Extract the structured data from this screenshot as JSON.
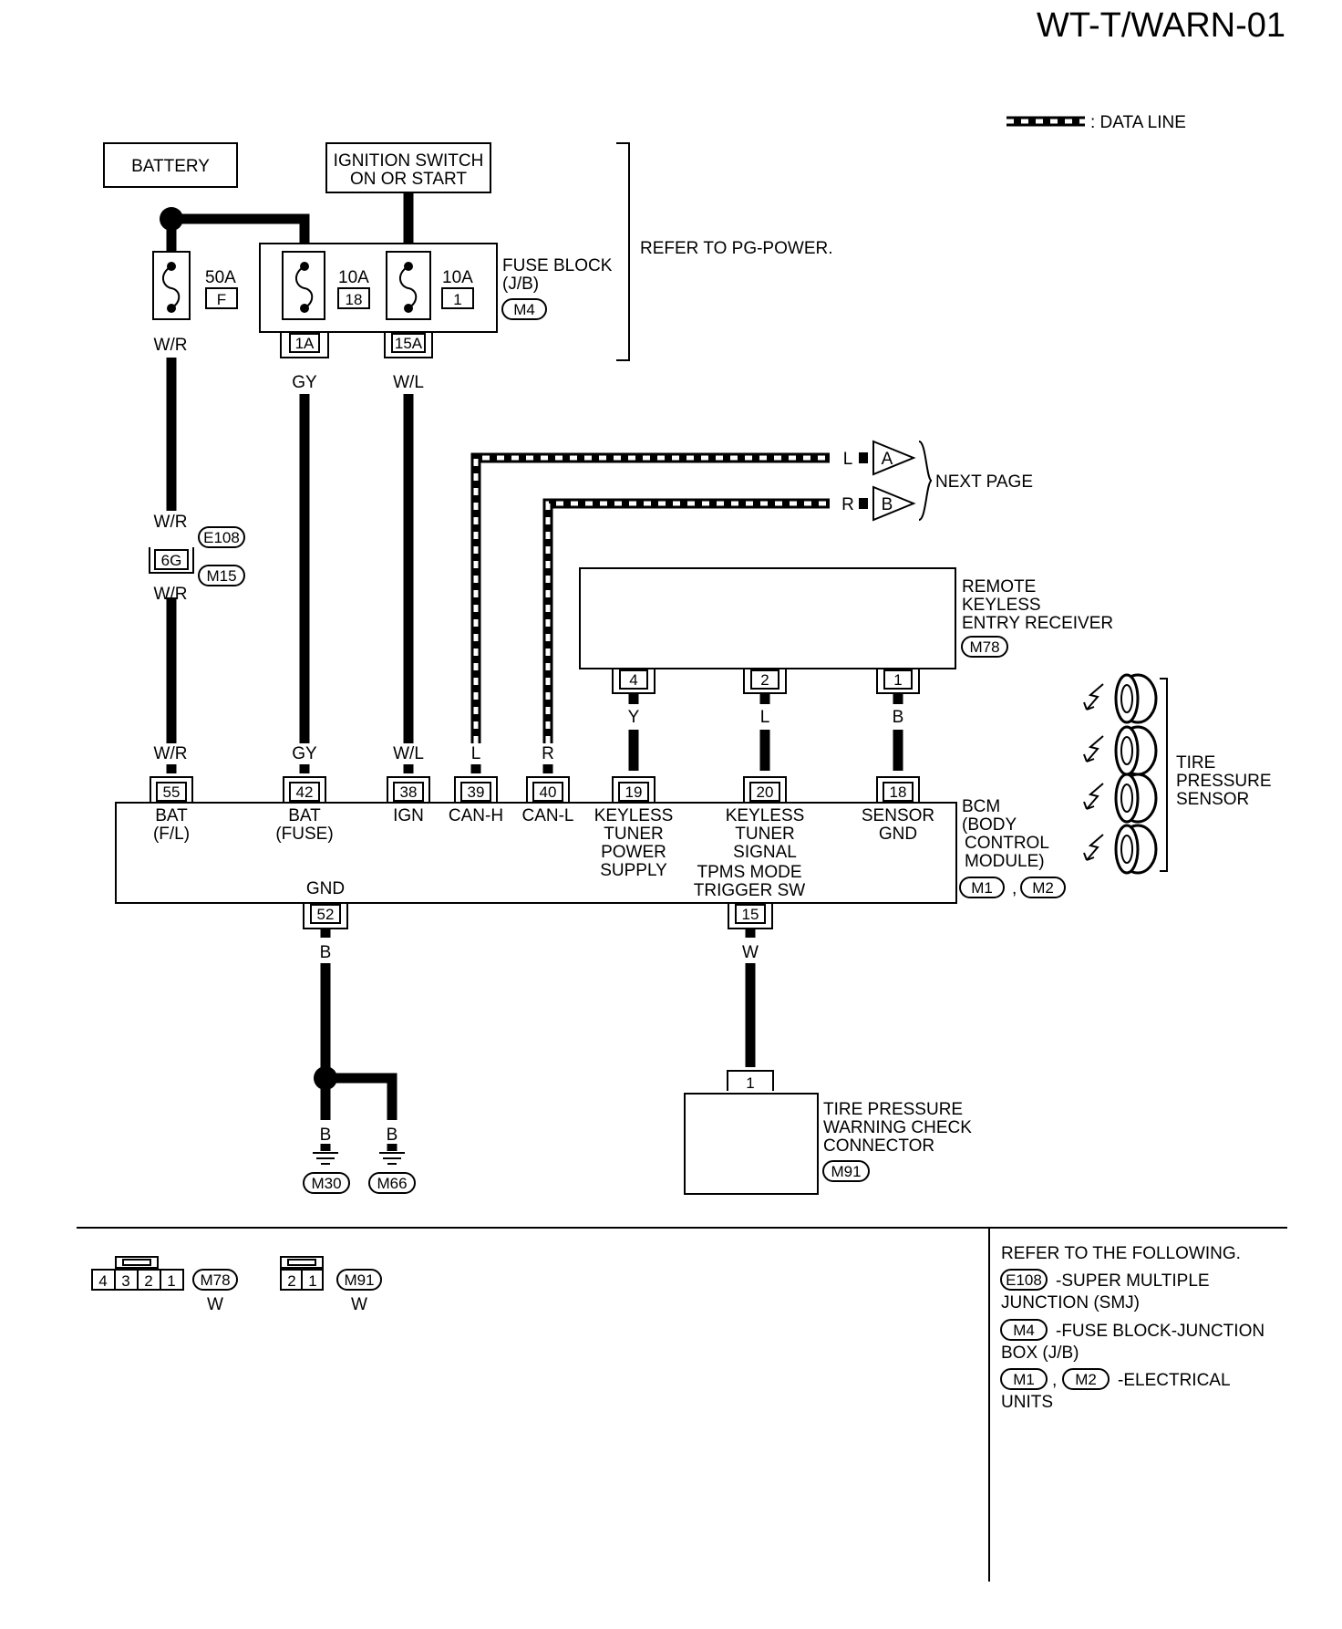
{
  "page_code": "WT-T/WARN-01",
  "legend": {
    "data_line": ": DATA LINE"
  },
  "battery": "BATTERY",
  "ignition": {
    "line1": "IGNITION SWITCH",
    "line2": "ON OR START"
  },
  "fuses": {
    "f50": {
      "rating": "50A",
      "id": "F"
    },
    "f18": {
      "rating": "10A",
      "id": "18"
    },
    "f1": {
      "rating": "10A",
      "id": "1"
    }
  },
  "fuse_block": {
    "line1": "FUSE BLOCK",
    "line2": "(J/B)",
    "connector": "M4"
  },
  "refer_pg": "REFER TO PG-POWER.",
  "pins": {
    "p1a": "1A",
    "p15a": "15A",
    "p6g": "6G",
    "p55": "55",
    "p42": "42",
    "p38": "38",
    "p39": "39",
    "p40": "40",
    "p19": "19",
    "p20": "20",
    "p18": "18",
    "p52": "52",
    "p15": "15",
    "rke4": "4",
    "rke2": "2",
    "rke1": "1",
    "m91_1": "1"
  },
  "wire_colors": {
    "wr": "W/R",
    "gy": "GY",
    "wl": "W/L",
    "l": "L",
    "r": "R",
    "y": "Y",
    "b": "B",
    "w": "W"
  },
  "connectors": {
    "e108": "E108",
    "m15": "M15",
    "m78": "M78",
    "m1": "M1",
    "m2": "M2",
    "m30": "M30",
    "m66": "M66",
    "m91": "M91"
  },
  "next_page": {
    "label": "NEXT PAGE",
    "a": "A",
    "b": "B"
  },
  "rke": {
    "line1": "REMOTE",
    "line2": "KEYLESS",
    "line3": "ENTRY RECEIVER"
  },
  "tire_sensor": {
    "line1": "TIRE",
    "line2": "PRESSURE",
    "line3": "SENSOR"
  },
  "bcm_terms": {
    "bat_fl_1": "BAT",
    "bat_fl_2": "(F/L)",
    "bat_fuse_1": "BAT",
    "bat_fuse_2": "(FUSE)",
    "ign": "IGN",
    "canh": "CAN-H",
    "canl": "CAN-L",
    "kps_1": "KEYLESS",
    "kps_2": "TUNER",
    "kps_3": "POWER",
    "kps_4": "SUPPLY",
    "kts_1": "KEYLESS",
    "kts_2": "TUNER",
    "kts_3": "SIGNAL",
    "sg_1": "SENSOR",
    "sg_2": "GND",
    "gnd": "GND",
    "tpms_1": "TPMS MODE",
    "tpms_2": "TRIGGER SW"
  },
  "bcm": {
    "line1": "BCM",
    "line2": "(BODY",
    "line3": "CONTROL",
    "line4": "MODULE)"
  },
  "check_conn": {
    "line1": "TIRE PRESSURE",
    "line2": "WARNING CHECK",
    "line3": "CONNECTOR"
  },
  "conn_faces": {
    "m78_pins": [
      "4",
      "3",
      "2",
      "1"
    ],
    "m78_color": "W",
    "m91_pins": [
      "2",
      "1"
    ],
    "m91_color": "W"
  },
  "refer_box": {
    "title": "REFER TO THE FOLLOWING.",
    "e108_desc1": "-SUPER MULTIPLE",
    "e108_desc2": "JUNCTION (SMJ)",
    "m4_desc1": "-FUSE BLOCK-JUNCTION",
    "m4_desc2": "BOX (J/B)",
    "m12_desc1": "-ELECTRICAL",
    "m12_desc2": "UNITS"
  }
}
